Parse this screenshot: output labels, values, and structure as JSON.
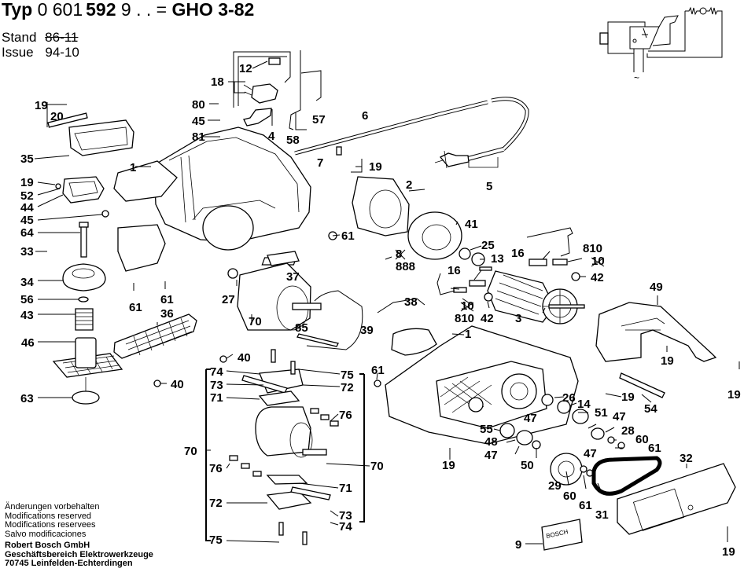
{
  "header": {
    "typ_label": "Typ",
    "part_number_prefix": "0 601",
    "part_number_main": "592",
    "part_number_suffix": "9 . . =",
    "model": "GHO 3-82"
  },
  "revision": {
    "stand_label": "Stand",
    "stand_value": "86-11",
    "issue_label": "Issue",
    "issue_value": "94-10"
  },
  "footer": {
    "notes": [
      "Änderungen vorbehalten",
      "Modifications reserved",
      "Modifications reservees",
      "Salvo modificaciones"
    ],
    "company": "Robert Bosch GmbH",
    "division": "Geschäftsbereich Elektrowerkzeuge",
    "address": "70745 Leinfelden-Echterdingen"
  },
  "nameplate": {
    "brand": "BOSCH"
  },
  "wiring_diagram": {
    "ac_symbol": "~"
  },
  "part_labels": [
    {
      "id": "l12",
      "text": "12"
    },
    {
      "id": "l18",
      "text": "18"
    },
    {
      "id": "l80",
      "text": "80"
    },
    {
      "id": "l45a",
      "text": "45"
    },
    {
      "id": "l81",
      "text": "81"
    },
    {
      "id": "l4",
      "text": "4"
    },
    {
      "id": "l57",
      "text": "57"
    },
    {
      "id": "l58",
      "text": "58"
    },
    {
      "id": "l6",
      "text": "6"
    },
    {
      "id": "l7",
      "text": "7"
    },
    {
      "id": "l19a",
      "text": "19"
    },
    {
      "id": "l5",
      "text": "5"
    },
    {
      "id": "l19b",
      "text": "19"
    },
    {
      "id": "l20",
      "text": "20"
    },
    {
      "id": "l19c",
      "text": "19"
    },
    {
      "id": "l35",
      "text": "35"
    },
    {
      "id": "l1a",
      "text": "1"
    },
    {
      "id": "l19d",
      "text": "19"
    },
    {
      "id": "l52",
      "text": "52"
    },
    {
      "id": "l44",
      "text": "44"
    },
    {
      "id": "l45b",
      "text": "45"
    },
    {
      "id": "l64",
      "text": "64"
    },
    {
      "id": "l33",
      "text": "33"
    },
    {
      "id": "l34",
      "text": "34"
    },
    {
      "id": "l56",
      "text": "56"
    },
    {
      "id": "l43",
      "text": "43"
    },
    {
      "id": "l46",
      "text": "46"
    },
    {
      "id": "l63",
      "text": "63"
    },
    {
      "id": "l61a",
      "text": "61"
    },
    {
      "id": "l61b",
      "text": "61"
    },
    {
      "id": "l36",
      "text": "36"
    },
    {
      "id": "l40a",
      "text": "40"
    },
    {
      "id": "l40b",
      "text": "40"
    },
    {
      "id": "l27",
      "text": "27"
    },
    {
      "id": "l70a",
      "text": "70"
    },
    {
      "id": "l85",
      "text": "85"
    },
    {
      "id": "l39",
      "text": "39"
    },
    {
      "id": "l37",
      "text": "37"
    },
    {
      "id": "l61c",
      "text": "61"
    },
    {
      "id": "l2",
      "text": "2"
    },
    {
      "id": "l41",
      "text": "41"
    },
    {
      "id": "l8",
      "text": "8"
    },
    {
      "id": "l888",
      "text": "888"
    },
    {
      "id": "l25",
      "text": "25"
    },
    {
      "id": "l13",
      "text": "13"
    },
    {
      "id": "l16a",
      "text": "16"
    },
    {
      "id": "l810a",
      "text": "810"
    },
    {
      "id": "l10a",
      "text": "10"
    },
    {
      "id": "l16b",
      "text": "16"
    },
    {
      "id": "l42a",
      "text": "42"
    },
    {
      "id": "l38",
      "text": "38"
    },
    {
      "id": "l10b",
      "text": "10"
    },
    {
      "id": "l810b",
      "text": "810"
    },
    {
      "id": "l42b",
      "text": "42"
    },
    {
      "id": "l3",
      "text": "3"
    },
    {
      "id": "l49",
      "text": "49"
    },
    {
      "id": "l19e",
      "text": "19"
    },
    {
      "id": "l19f",
      "text": "19"
    },
    {
      "id": "l1b",
      "text": "1"
    },
    {
      "id": "l61d",
      "text": "61"
    },
    {
      "id": "l19g",
      "text": "19"
    },
    {
      "id": "l54",
      "text": "54"
    },
    {
      "id": "l26",
      "text": "26"
    },
    {
      "id": "l14",
      "text": "14"
    },
    {
      "id": "l51",
      "text": "51"
    },
    {
      "id": "l47a",
      "text": "47"
    },
    {
      "id": "l28",
      "text": "28"
    },
    {
      "id": "l47b",
      "text": "47"
    },
    {
      "id": "l55",
      "text": "55"
    },
    {
      "id": "l48",
      "text": "48"
    },
    {
      "id": "l47c",
      "text": "47"
    },
    {
      "id": "l47d",
      "text": "47"
    },
    {
      "id": "l60a",
      "text": "60"
    },
    {
      "id": "l61e",
      "text": "61"
    },
    {
      "id": "l50",
      "text": "50"
    },
    {
      "id": "l19h",
      "text": "19"
    },
    {
      "id": "l32",
      "text": "32"
    },
    {
      "id": "l29",
      "text": "29"
    },
    {
      "id": "l60b",
      "text": "60"
    },
    {
      "id": "l61f",
      "text": "61"
    },
    {
      "id": "l31",
      "text": "31"
    },
    {
      "id": "l9",
      "text": "9"
    },
    {
      "id": "l19i",
      "text": "19"
    },
    {
      "id": "l74a",
      "text": "74"
    },
    {
      "id": "l73a",
      "text": "73"
    },
    {
      "id": "l71a",
      "text": "71"
    },
    {
      "id": "l70b",
      "text": "70"
    },
    {
      "id": "l76a",
      "text": "76"
    },
    {
      "id": "l72a",
      "text": "72"
    },
    {
      "id": "l75a",
      "text": "75"
    },
    {
      "id": "l75b",
      "text": "75"
    },
    {
      "id": "l72b",
      "text": "72"
    },
    {
      "id": "l76b",
      "text": "76"
    },
    {
      "id": "l70c",
      "text": "70"
    },
    {
      "id": "l71b",
      "text": "71"
    },
    {
      "id": "l73b",
      "text": "73"
    },
    {
      "id": "l74b",
      "text": "74"
    }
  ]
}
